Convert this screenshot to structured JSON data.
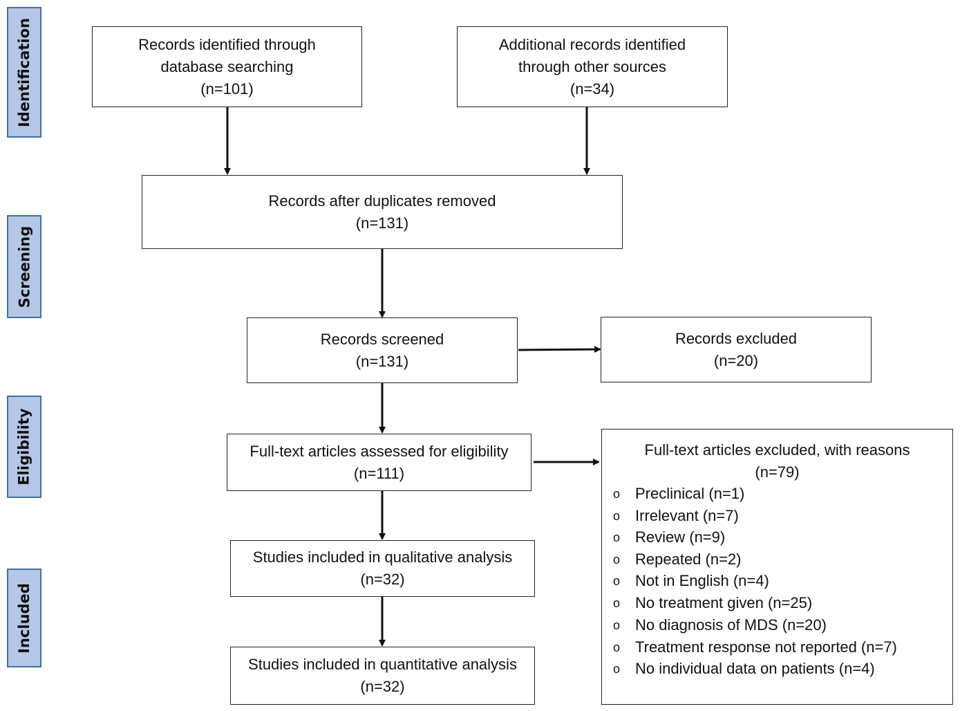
{
  "phases": {
    "identification": "Identification",
    "screening": "Screening",
    "eligibility": "Eligibility",
    "included": "Included"
  },
  "boxes": {
    "database_search": {
      "line1": "Records identified through",
      "line2": "database searching",
      "count": "(n=101)"
    },
    "other_sources": {
      "line1": "Additional records identified",
      "line2": "through other sources",
      "count": "(n=34)"
    },
    "after_duplicates": {
      "line1": "Records after duplicates removed",
      "count": "(n=131)"
    },
    "screened": {
      "line1": "Records screened",
      "count": "(n=131)"
    },
    "excluded": {
      "line1": "Records excluded",
      "count": "(n=20)"
    },
    "full_text_assessed": {
      "line1": "Full-text articles assessed for eligibility",
      "count": "(n=111)"
    },
    "qualitative": {
      "line1": "Studies included in qualitative analysis",
      "count": "(n=32)"
    },
    "quantitative": {
      "line1": "Studies included in quantitative analysis",
      "count": "(n=32)"
    }
  },
  "full_text_excluded": {
    "title": "Full-text articles excluded, with reasons",
    "count": "(n=79)",
    "bullet": "o",
    "reasons": [
      "Preclinical (n=1)",
      "Irrelevant (n=7)",
      "Review (n=9)",
      "Repeated (n=2)",
      "Not in English (n=4)",
      "No treatment given (n=25)",
      "No diagnosis of MDS (n=20)",
      "Treatment response not reported (n=7)",
      "No individual data on patients (n=4)"
    ]
  },
  "colors": {
    "phase_fill": "#b4c7e7",
    "phase_border": "#41719c",
    "box_border": "#222222"
  }
}
